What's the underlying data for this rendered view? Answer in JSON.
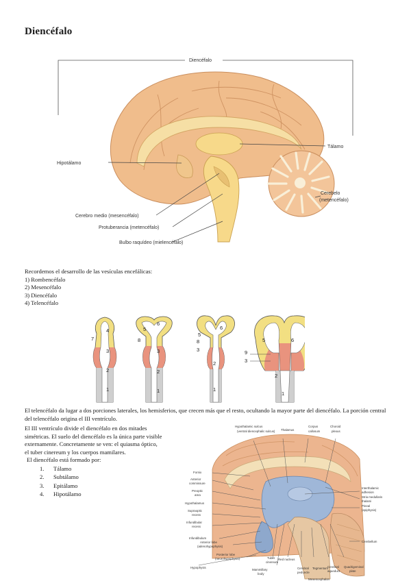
{
  "title": "Diencéfalo",
  "figure1": {
    "labels": {
      "diencefalo": "Diencéfalo",
      "talamo": "Tálamo",
      "hipotalamo": "Hipotálamo",
      "cerebelo_1": "Cerebelo",
      "cerebelo_2": "(metencéfalo)",
      "cerebro_medio": "Cerebro medio (mesencéfalo)",
      "protuberancia": "Protuberancia (metencéfalo)",
      "bulbo": "Bulbo raquídeo (mielencéfalo)"
    }
  },
  "vesiculas": {
    "intro": "Recordemos el desarrollo de las vesículas encefálicas:",
    "items": [
      "1) Rombencéfalo",
      "2) Mesencéfalo",
      "3) Diencéfalo",
      "4) Telencéfalo"
    ]
  },
  "figure2": {
    "stage1": [
      "7",
      "4",
      "3",
      "2",
      "1"
    ],
    "stage2": [
      "6",
      "5",
      "8",
      "3",
      "2",
      "1"
    ],
    "stage3": [
      "5",
      "6",
      "8",
      "3",
      "2",
      "1"
    ],
    "stage4": [
      "5",
      "6",
      "9",
      "3",
      "2",
      "1"
    ]
  },
  "body": {
    "para1": "El telencéfalo da lugar a dos porciones laterales, los hemisferios, que crecen más que el resto, ocultando la mayor parte del diencéfalo. La porción central del telencéfalo origina el III ventrículo.",
    "para2_lines": [
      "El III ventrículo divide el diencéfalo en dos mitades",
      "simétricas. El suelo del diencéfalo es la única parte visible",
      "externamente. Concretamente se ven: el quiasma óptico,",
      "el tuber cinereum y los cuerpos mamilares."
    ],
    "formed_by": "El diencéfalo está formado por:",
    "parts": [
      {
        "n": "1.",
        "label": "Tálamo"
      },
      {
        "n": "2.",
        "label": "Subtálamo"
      },
      {
        "n": "3.",
        "label": "Epitálamo"
      },
      {
        "n": "4.",
        "label": "Hipotálamo"
      }
    ]
  },
  "figure3": {
    "labels": {
      "hypothalamic_sulcus_1": "Hypothalamic sulcus",
      "hypothalamic_sulcus_2": "(ventral diencephalic sulcus)",
      "thalamus": "Thalamus",
      "corpus_1": "Corpus",
      "corpus_2": "callosum",
      "choroid_1": "Choroid",
      "choroid_2": "plexus",
      "fornix": "Fornix",
      "anterior_1": "Anterior",
      "anterior_2": "commissure",
      "preoptic_1": "Preoptic",
      "preoptic_2": "area",
      "hypothalamus": "Hypothalamus",
      "supraoptic_1": "Supraoptic",
      "supraoptic_2": "recess",
      "infundibular_1": "Infundibular",
      "infundibular_2": "recess",
      "infundibulum": "Infundibulum",
      "anterior_lobe_1": "Anterior lobe",
      "anterior_lobe_2": "(adenohypophysis)",
      "posterior_lobe_1": "Posterior lobe",
      "posterior_lobe_2": "(neurohypophysis)",
      "hypophysis": "Hypophysis",
      "tuber_1": "Tuber",
      "tuber_2": "cinereum",
      "mammillary_1": "Mammillary",
      "mammillary_2": "body",
      "red_nucleus": "Red nucleus",
      "cerebral_1": "Cerebral",
      "cerebral_2": "peduncle",
      "tegmentum": "Tegmentum",
      "cerebral_aq_1": "Cerebral",
      "cerebral_aq_2": "aqueduct",
      "quadrigeminal_1": "Quadrigeminal",
      "quadrigeminal_2": "plate",
      "interthalamic_1": "Interthalamic",
      "interthalamic_2": "adhesion",
      "stria_1": "Stria medullaris",
      "stria_2": "thalami",
      "pineal_1": "Pineal",
      "pineal_2": "(epiphysis)",
      "cerebellum": "Cerebellum",
      "mesencephalon": "Mesencephalon"
    }
  }
}
